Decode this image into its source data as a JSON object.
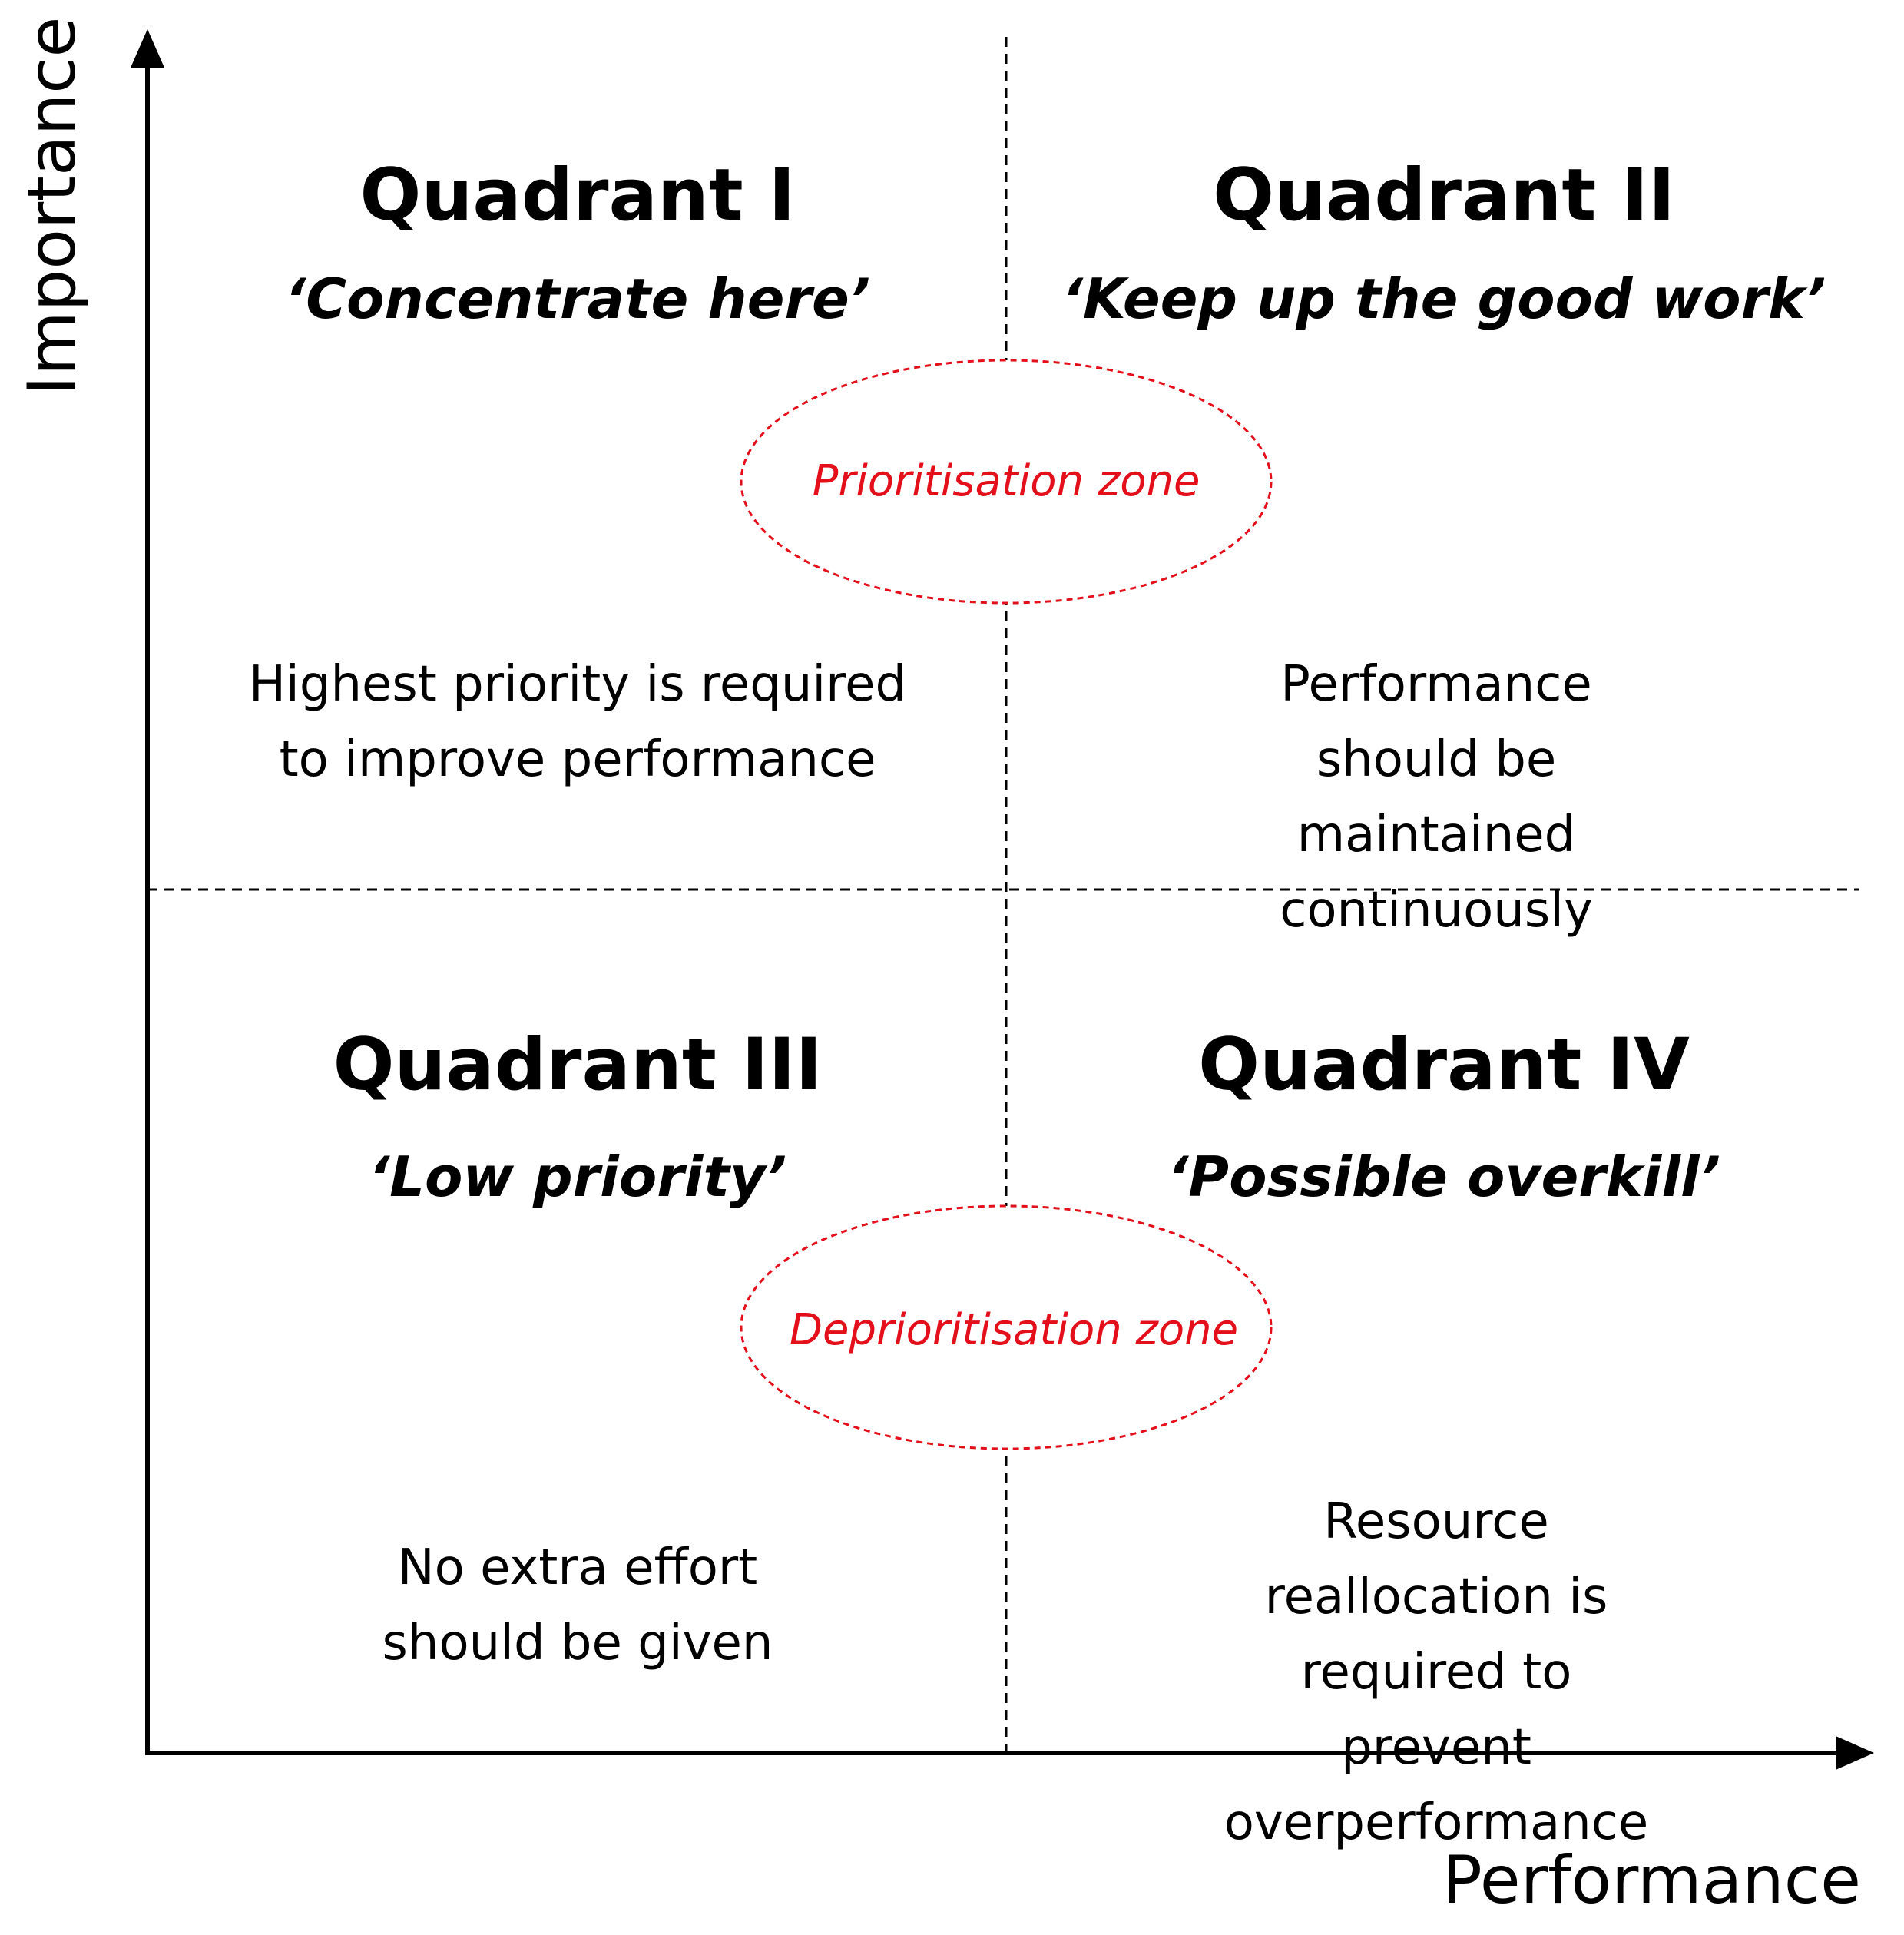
{
  "axes": {
    "y_label": "Importance",
    "x_label": "Performance"
  },
  "quadrants": [
    {
      "title": "Quadrant I",
      "tagline": "‘Concentrate here’",
      "description": "Highest priority is required\nto improve performance"
    },
    {
      "title": "Quadrant II",
      "tagline": "‘Keep up the good work’",
      "description": "Performance should be\nmaintained continuously"
    },
    {
      "title": "Quadrant III",
      "tagline": "‘Low priority’",
      "description": "No extra effort\nshould be given"
    },
    {
      "title": "Quadrant IV",
      "tagline": "‘Possible overkill’",
      "description": "Resource reallocation is\nrequired to prevent\noverperformance"
    }
  ],
  "zones": {
    "prioritisation": "Prioritisation zone",
    "deprioritisation": "Deprioritisation zone"
  },
  "colors": {
    "zone": "#e3101b",
    "axis": "#000000",
    "divider": "#000000"
  }
}
